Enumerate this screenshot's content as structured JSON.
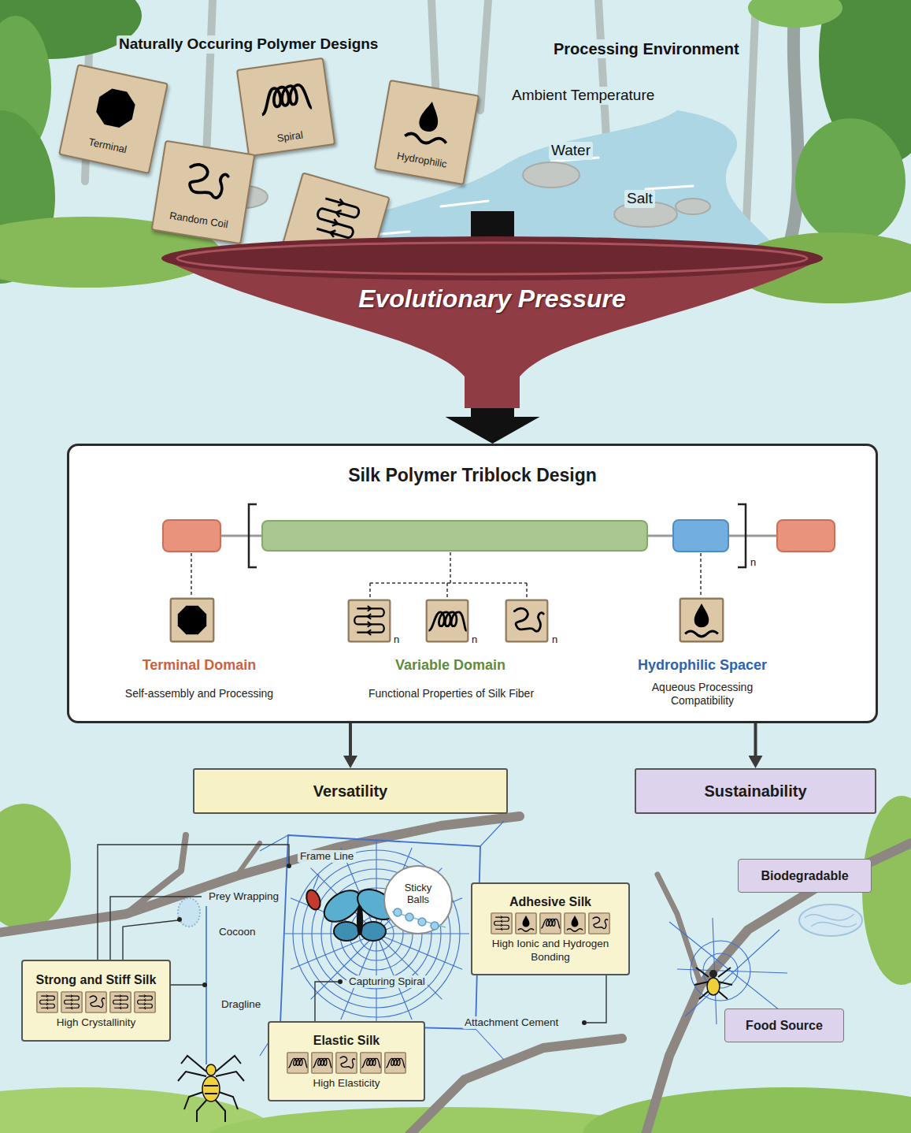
{
  "diagram": {
    "nodes": [
      {
        "text": [
          "Terminal"
        ]
      },
      {
        "text": [
          "Spiral"
        ]
      },
      {
        "text": [
          "Hydrophilic"
        ]
      },
      {
        "text": [
          "Random Coil"
        ]
      },
      {
        "text": [
          "Crystalline"
        ]
      },
      {
        "text": [
          "Evolutionary Pressure"
        ]
      },
      {
        "text": [
          "Silk Polymer Triblock Design"
        ]
      },
      {
        "text": [
          "Versatility"
        ]
      },
      {
        "text": [
          "Sustainability"
        ]
      },
      {
        "text": [
          "Sticky Balls"
        ]
      },
      {
        "text": [
          "Adhesive Silk",
          "High Ionic and Hydrogen Bonding"
        ]
      },
      {
        "text": [
          "Biodegradable"
        ]
      },
      {
        "text": [
          "Strong and Stiff Silk",
          "High Crystallinity"
        ]
      },
      {
        "text": [
          "Food Source"
        ]
      },
      {
        "text": [
          "Elastic Silk",
          "High Elasticity"
        ]
      }
    ],
    "edges": [
      {
        "from": 5,
        "to": 6,
        "arrow": "to"
      },
      {
        "from": 6,
        "to": 7,
        "arrow": "to"
      },
      {
        "from": 6,
        "to": 8,
        "arrow": "to"
      }
    ],
    "labels": [
      "Naturally Occuring Polymer Designs",
      "Processing Environment",
      "Ambient Temperature",
      "Water",
      "Salt",
      "n",
      "n",
      "n",
      "n",
      "Terminal Domain",
      "Self-assembly and Processing",
      "Variable Domain",
      "Functional Properties of Silk Fiber",
      "Hydrophilic Spacer",
      "Aqueous Processing Compatibility",
      "Frame Line",
      "Prey Wrapping",
      "Cocoon",
      "Capturing Spiral",
      "Attachment Cement",
      "Dragline"
    ]
  }
}
